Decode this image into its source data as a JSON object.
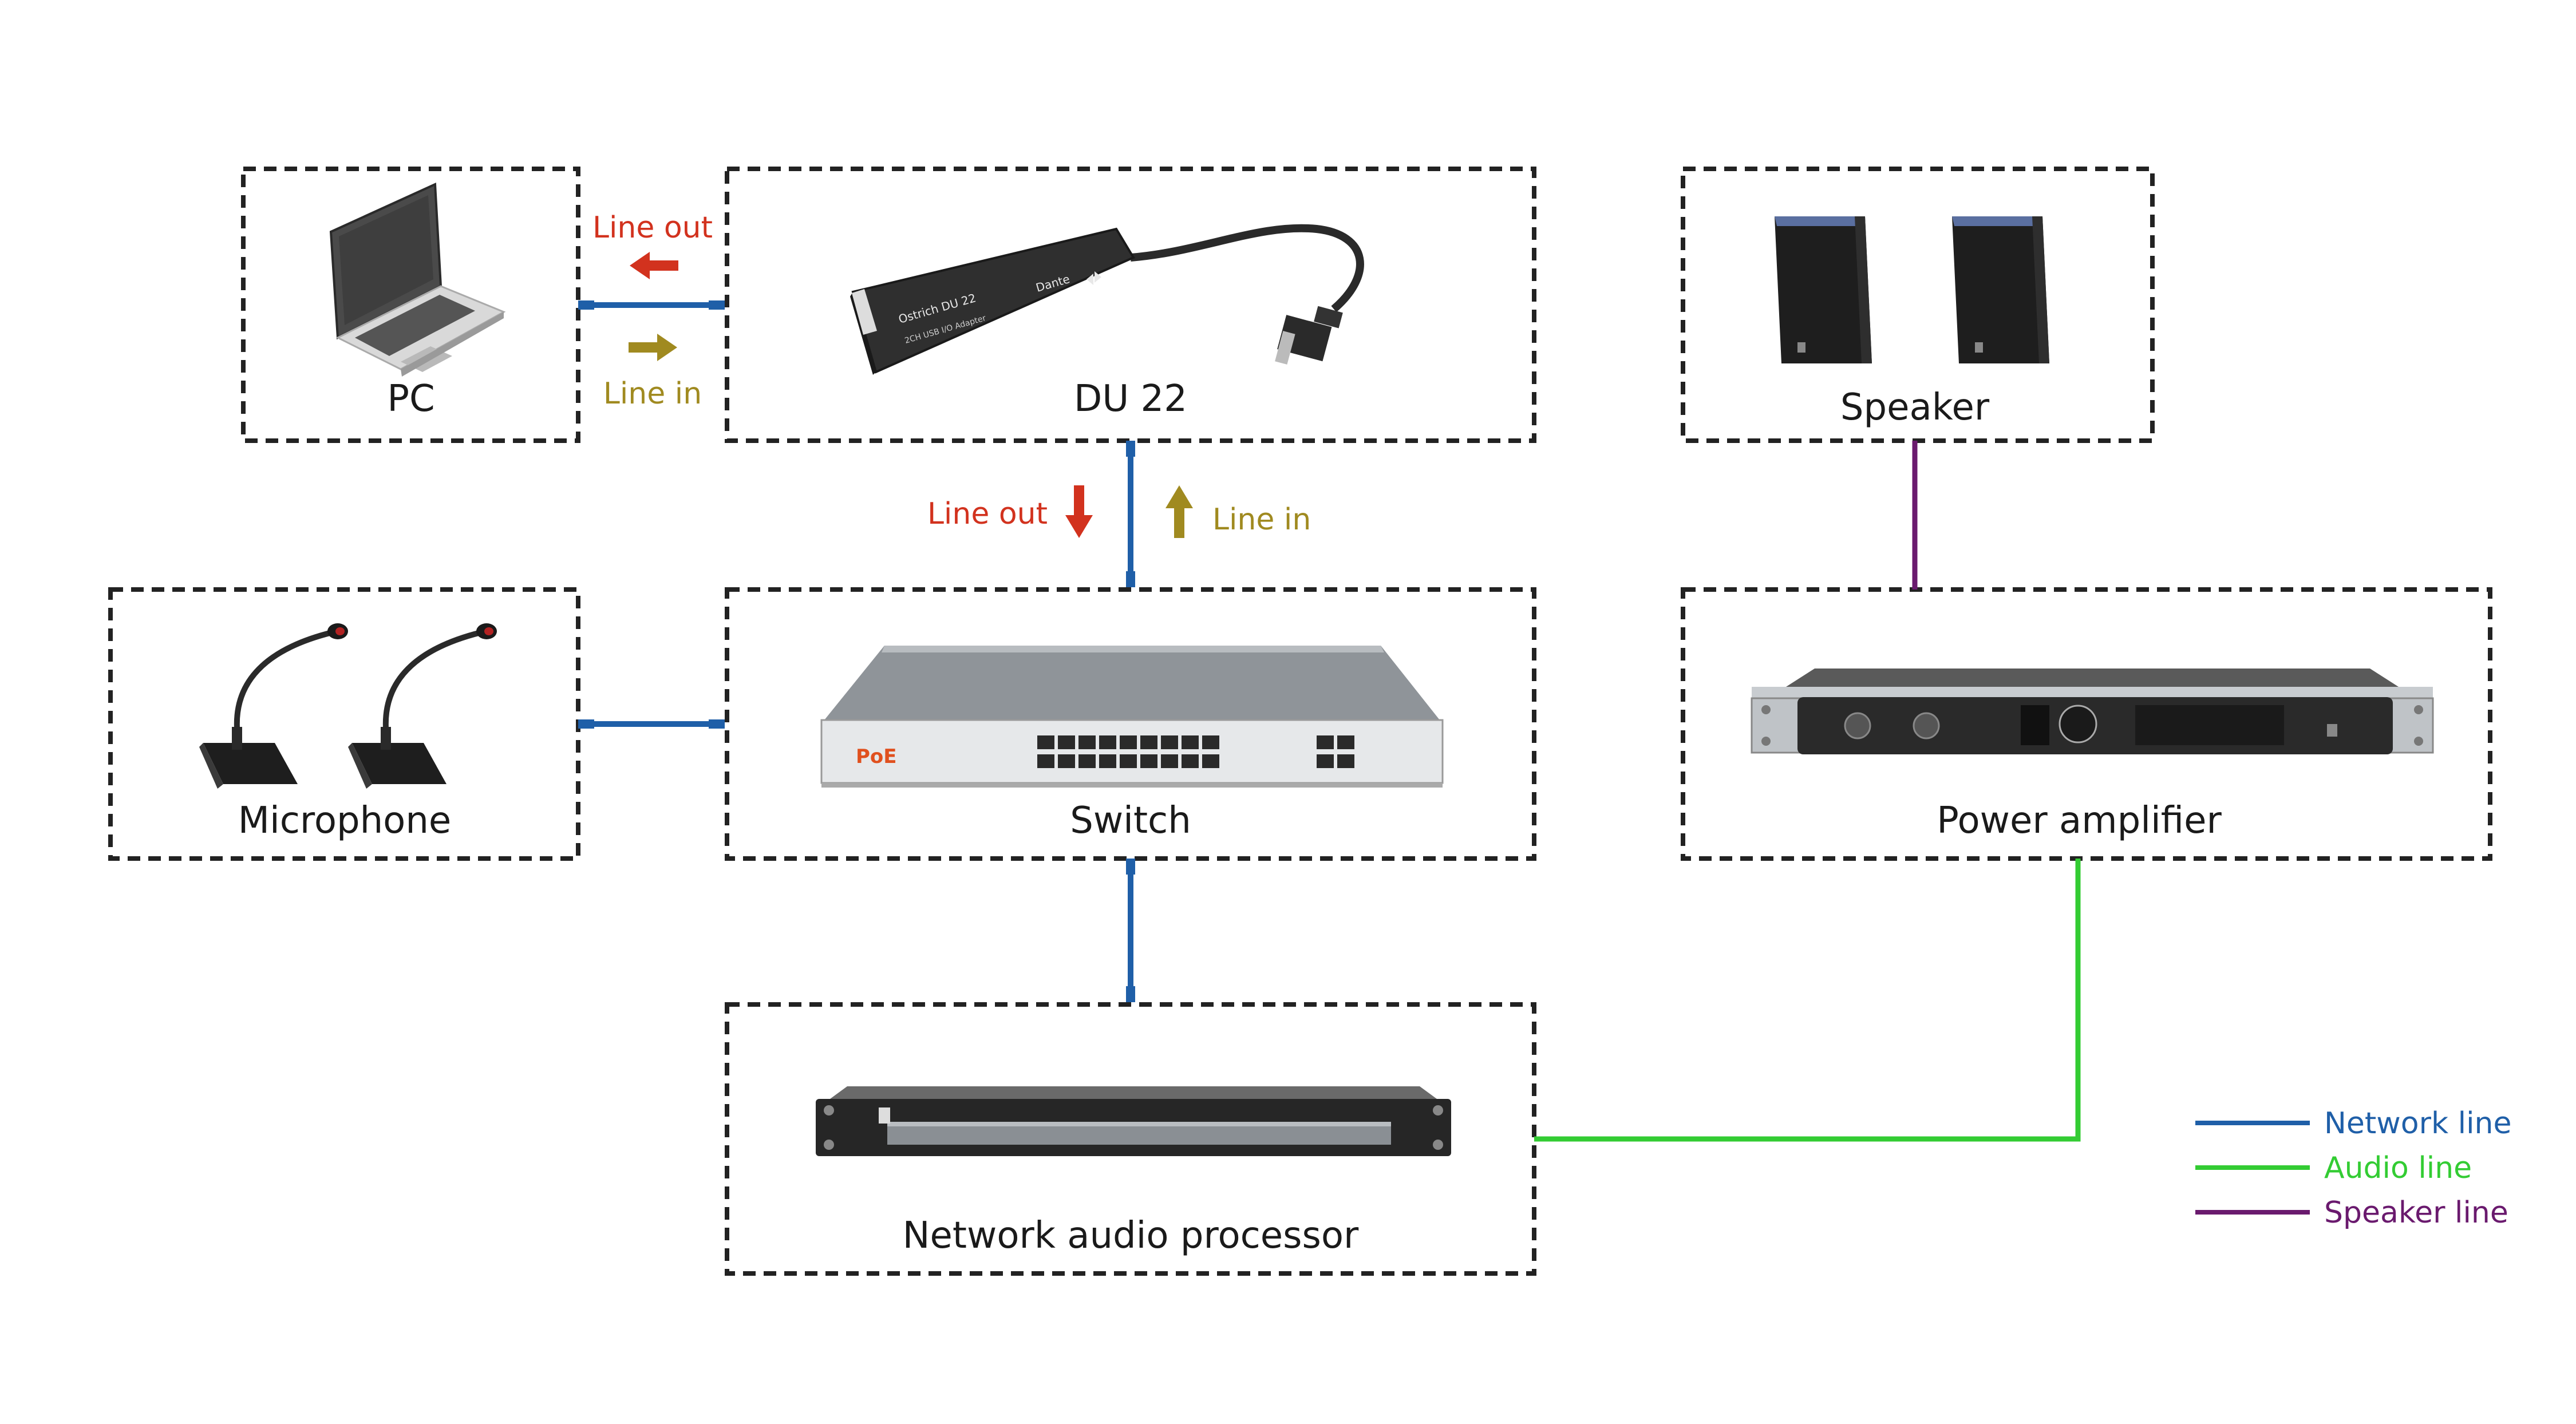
{
  "colors": {
    "network": "#1f5fa8",
    "audio": "#33cc33",
    "speaker": "#6a1a6e",
    "line_out": "#d2321e",
    "line_in": "#a08a20",
    "border": "#222222"
  },
  "devices": {
    "pc": {
      "label": "PC",
      "icon": "laptop-icon"
    },
    "du22": {
      "label": "DU 22",
      "icon": "usb-dante-adapter-icon",
      "body_text": "Ostrich DU 22",
      "body_subtext": "2CH USB I/O Adapter",
      "brand": "Dante"
    },
    "speaker": {
      "label": "Speaker",
      "icon": "speaker-icon"
    },
    "microphone": {
      "label": "Microphone",
      "icon": "gooseneck-microphone-icon"
    },
    "switch": {
      "label": "Switch",
      "icon": "network-switch-icon",
      "brand": "PoE"
    },
    "amplifier": {
      "label": "Power amplifier",
      "icon": "power-amplifier-icon"
    },
    "processor": {
      "label": "Network audio processor",
      "icon": "rack-processor-icon"
    }
  },
  "flows": {
    "pc_du22_out": "Line out",
    "pc_du22_in": "Line in",
    "du22_switch_out": "Line out",
    "du22_switch_in": "Line in"
  },
  "legend": [
    {
      "label": "Network line",
      "color": "#1f5fa8"
    },
    {
      "label": "Audio line",
      "color": "#33cc33"
    },
    {
      "label": "Speaker line",
      "color": "#6a1a6e"
    }
  ]
}
